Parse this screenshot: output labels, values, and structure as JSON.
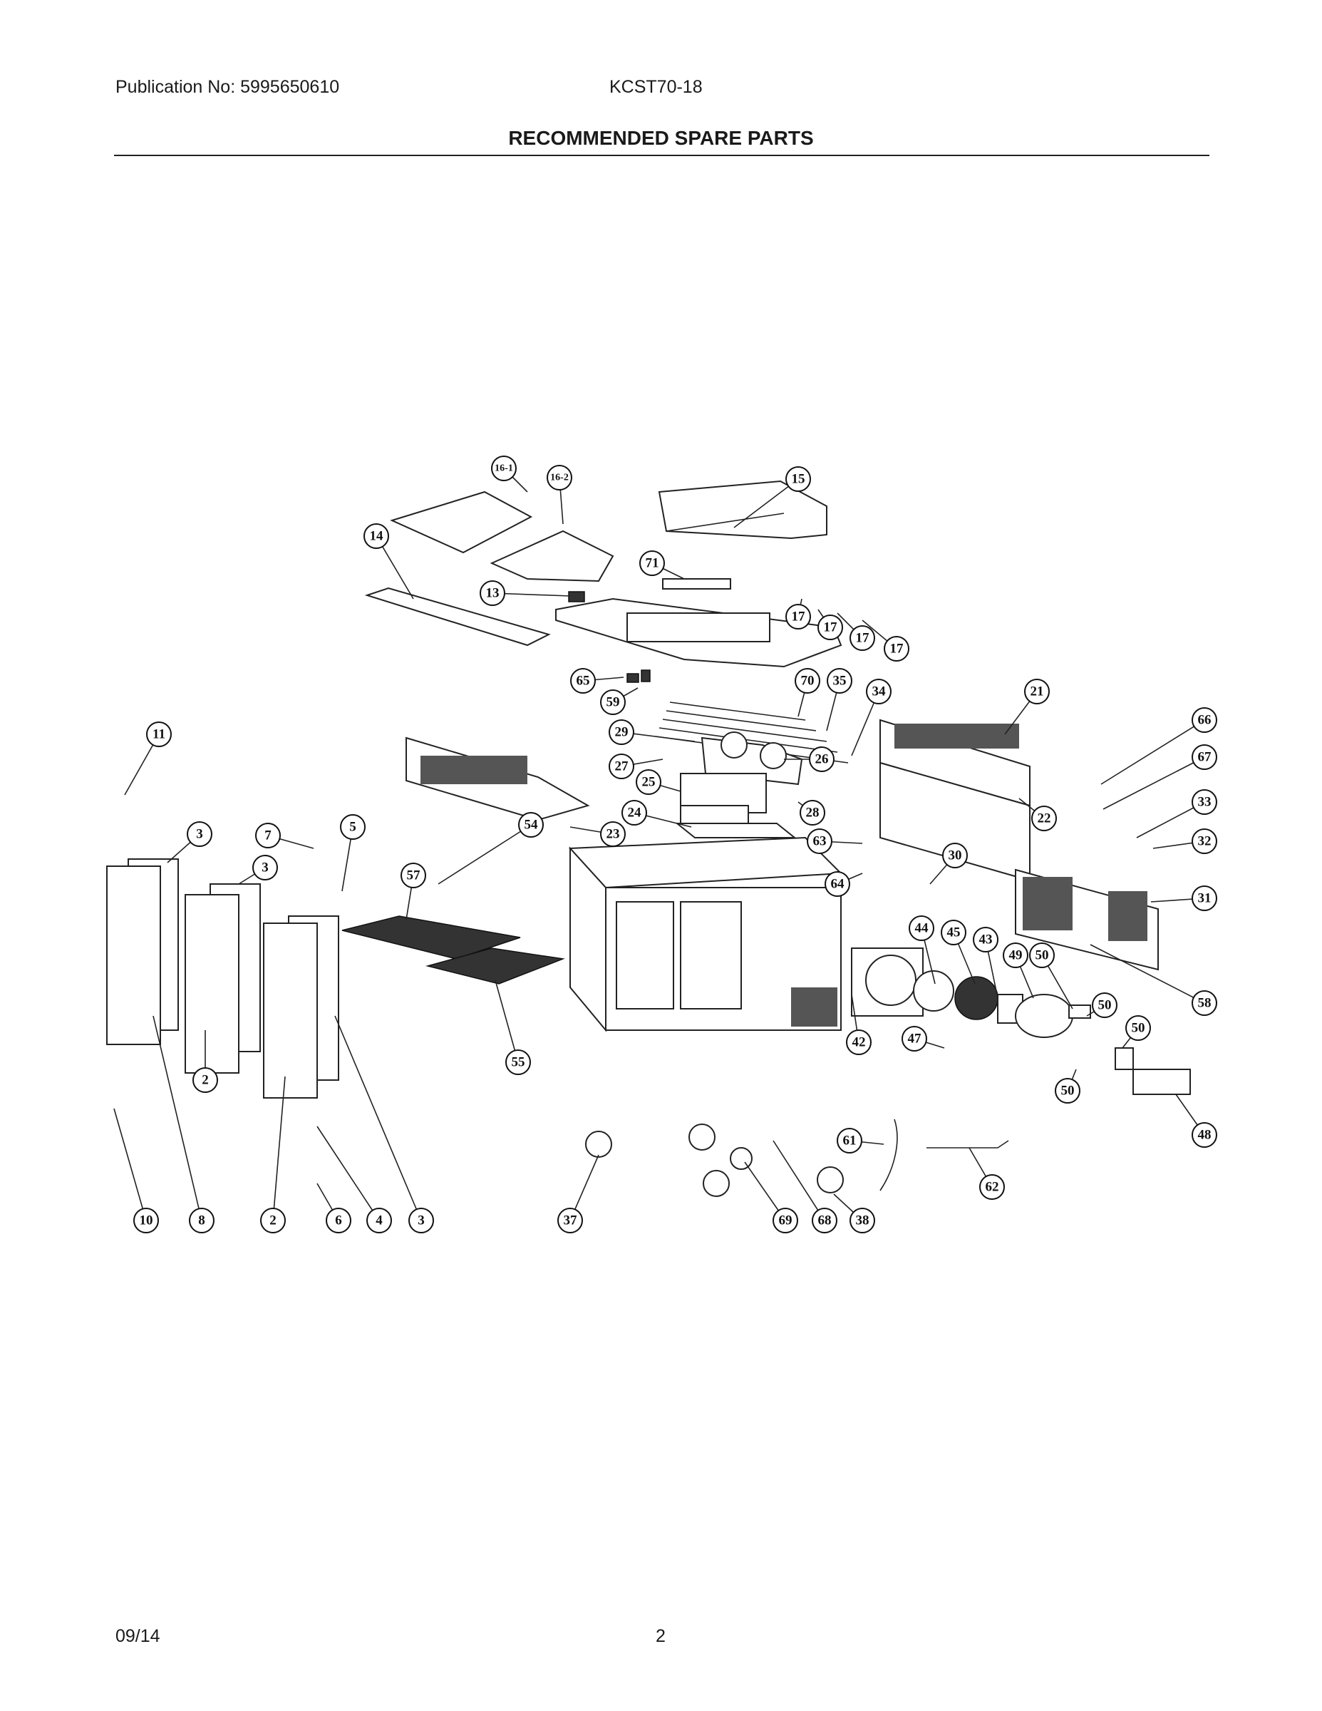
{
  "header": {
    "publication": "Publication No: 5995650610",
    "model": "KCST70-18",
    "title": "RECOMMENDED SPARE PARTS"
  },
  "footer": {
    "date": "09/14",
    "page": "2"
  },
  "callouts": [
    {
      "label": "16-1"
    },
    {
      "label": "16-2"
    },
    {
      "label": "15"
    },
    {
      "label": "14"
    },
    {
      "label": "71"
    },
    {
      "label": "13"
    },
    {
      "label": "17"
    },
    {
      "label": "17"
    },
    {
      "label": "17"
    },
    {
      "label": "17"
    },
    {
      "label": "65"
    },
    {
      "label": "59"
    },
    {
      "label": "70"
    },
    {
      "label": "35"
    },
    {
      "label": "34"
    },
    {
      "label": "21"
    },
    {
      "label": "66"
    },
    {
      "label": "11"
    },
    {
      "label": "29"
    },
    {
      "label": "67"
    },
    {
      "label": "27"
    },
    {
      "label": "26"
    },
    {
      "label": "25"
    },
    {
      "label": "28"
    },
    {
      "label": "33"
    },
    {
      "label": "24"
    },
    {
      "label": "22"
    },
    {
      "label": "23"
    },
    {
      "label": "32"
    },
    {
      "label": "3"
    },
    {
      "label": "7"
    },
    {
      "label": "5"
    },
    {
      "label": "63"
    },
    {
      "label": "54"
    },
    {
      "label": "3"
    },
    {
      "label": "57"
    },
    {
      "label": "64"
    },
    {
      "label": "30"
    },
    {
      "label": "31"
    },
    {
      "label": "44"
    },
    {
      "label": "45"
    },
    {
      "label": "43"
    },
    {
      "label": "49"
    },
    {
      "label": "50"
    },
    {
      "label": "58"
    },
    {
      "label": "50"
    },
    {
      "label": "42"
    },
    {
      "label": "47"
    },
    {
      "label": "50"
    },
    {
      "label": "55"
    },
    {
      "label": "2"
    },
    {
      "label": "50"
    },
    {
      "label": "48"
    },
    {
      "label": "61"
    },
    {
      "label": "62"
    },
    {
      "label": "10"
    },
    {
      "label": "8"
    },
    {
      "label": "2"
    },
    {
      "label": "6"
    },
    {
      "label": "4"
    },
    {
      "label": "3"
    },
    {
      "label": "37"
    },
    {
      "label": "69"
    },
    {
      "label": "68"
    },
    {
      "label": "38"
    }
  ]
}
